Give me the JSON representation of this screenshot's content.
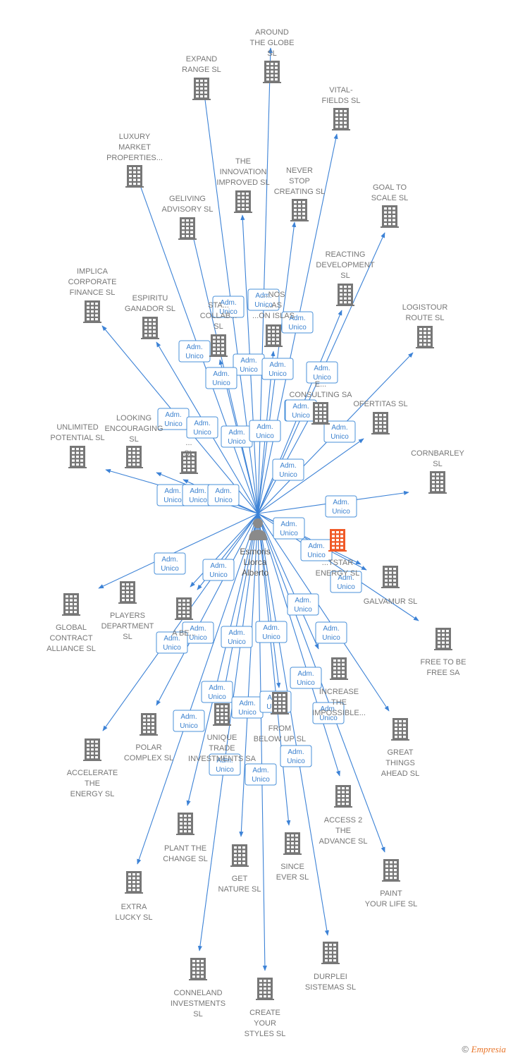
{
  "center": {
    "label": [
      "Esmoris",
      "Llorca",
      "Alberto"
    ]
  },
  "badge_label": [
    "Adm.",
    "Unico"
  ],
  "colors": {
    "edge": "#3c82d6",
    "company": "#777777",
    "highlight": "#f05a28",
    "badge_border": "#4a90d9"
  },
  "companies": [
    {
      "label": [
        "AROUND",
        "THE GLOBE",
        "SL"
      ]
    },
    {
      "label": [
        "EXPAND",
        "RANGE  SL"
      ]
    },
    {
      "label": [
        "VITAL-",
        "FIELDS  SL"
      ]
    },
    {
      "label": [
        "LUXURY",
        "MARKET",
        "PROPERTIES..."
      ]
    },
    {
      "label": [
        "THE",
        "INNOVATION",
        "IMPROVED  SL"
      ]
    },
    {
      "label": [
        "NEVER",
        "STOP",
        "CREATING  SL"
      ]
    },
    {
      "label": [
        "GOAL TO",
        "SCALE  SL"
      ]
    },
    {
      "label": [
        "GELIVING",
        "ADVISORY  SL"
      ]
    },
    {
      "label": [
        "REACTING",
        "DEVELOPMENT",
        "SL"
      ]
    },
    {
      "label": [
        "IMPLICA",
        "CORPORATE",
        "FINANCE  SL"
      ]
    },
    {
      "label": [
        "ESPIRITU",
        "GANADOR SL"
      ]
    },
    {
      "label": [
        "STA...",
        "COLLAB...",
        "SL"
      ]
    },
    {
      "label": [
        "...NOS",
        "...AS",
        "...ON ISLAS"
      ]
    },
    {
      "label": [
        "LOGISTOUR",
        "ROUTE  SL"
      ]
    },
    {
      "label": [
        "E...",
        "CONSULTING SA"
      ]
    },
    {
      "label": [
        "OFERTITAS  SL"
      ]
    },
    {
      "label": [
        "UNLIMITED",
        "POTENTIAL  SL"
      ]
    },
    {
      "label": [
        "LOOKING",
        "ENCOURAGING",
        "SL"
      ]
    },
    {
      "label": [
        "...",
        "SL"
      ]
    },
    {
      "label": [
        "CORNBARLEY",
        "SL"
      ]
    },
    {
      "label": [
        "...TSTAR",
        "ENERGY  SL"
      ]
    },
    {
      "label": [
        "GALVAMUR  SL"
      ]
    },
    {
      "label": [
        "GLOBAL",
        "CONTRACT",
        "ALLIANCE  SL"
      ]
    },
    {
      "label": [
        "PLAYERS",
        "DEPARTMENT",
        "SL"
      ]
    },
    {
      "label": [
        "A BE..."
      ]
    },
    {
      "label": [
        "FREE TO BE",
        "FREE SA"
      ]
    },
    {
      "label": [
        "INCREASE",
        "THE",
        "IMPOSSIBLE..."
      ]
    },
    {
      "label": [
        "POLAR",
        "COMPLEX  SL"
      ]
    },
    {
      "label": [
        "UNIQUE",
        "TRADE",
        "INVESTMENTS SA"
      ]
    },
    {
      "label": [
        "FROM",
        "BELOW UP  SL"
      ]
    },
    {
      "label": [
        "ACCELERATE",
        "THE",
        "ENERGY  SL"
      ]
    },
    {
      "label": [
        "GREAT",
        "THINGS",
        "AHEAD  SL"
      ]
    },
    {
      "label": [
        "ACCESS 2",
        "THE",
        "ADVANCE  SL"
      ]
    },
    {
      "label": [
        "PLANT THE",
        "CHANGE  SL"
      ]
    },
    {
      "label": [
        "GET",
        "NATURE  SL"
      ]
    },
    {
      "label": [
        "SINCE",
        "EVER  SL"
      ]
    },
    {
      "label": [
        "PAINT",
        "YOUR LIFE  SL"
      ]
    },
    {
      "label": [
        "EXTRA",
        "LUCKY  SL"
      ]
    },
    {
      "label": [
        "CONNELAND",
        "INVESTMENTS",
        "SL"
      ]
    },
    {
      "label": [
        "CREATE",
        "YOUR",
        "STYLES  SL"
      ]
    },
    {
      "label": [
        "DURPLEI",
        "SISTEMAS  SL"
      ]
    }
  ],
  "copyright": {
    "symbol": "©",
    "brand": "Empresia"
  }
}
